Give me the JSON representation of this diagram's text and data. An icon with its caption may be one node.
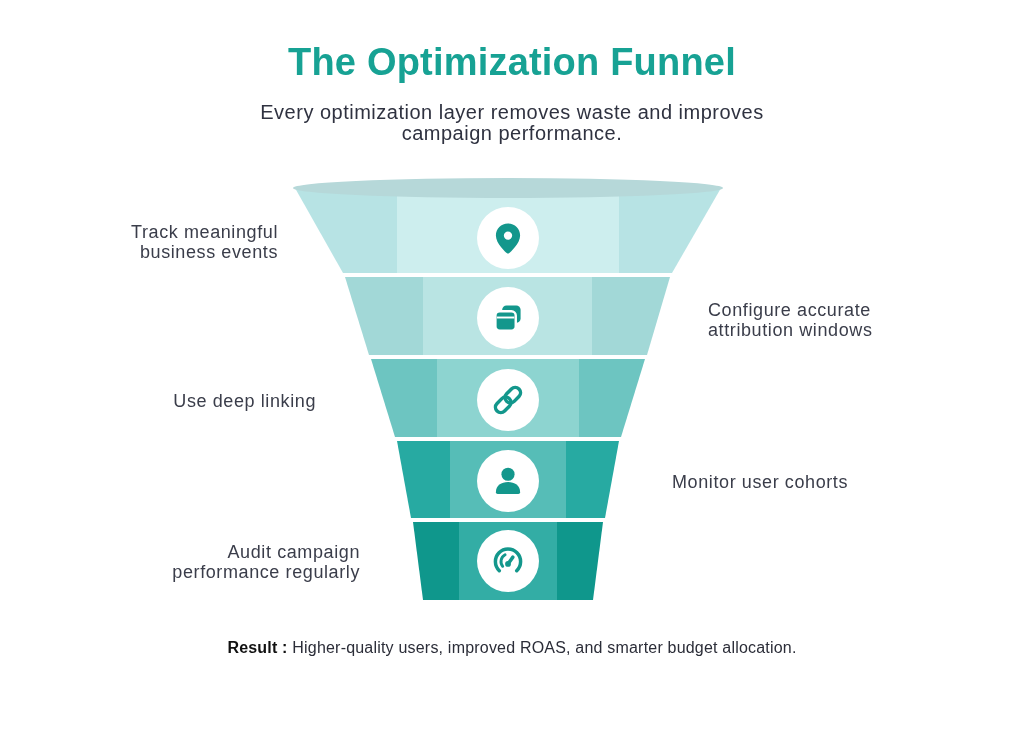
{
  "diagram": {
    "title": "The Optimization Funnel",
    "caption": "**Result :** Higher-quality users, improved ROAS, and smarter budget allocation.",
    "labels": [
      "Every optimization layer removes waste and improves campaign performance."
    ],
    "nodes": [
      {
        "text": [],
        "shape": "ellipse"
      },
      {
        "text": [],
        "shape": "trapezoid",
        "beside": [
          "Track meaningful business events"
        ]
      },
      {
        "text": [],
        "shape": "trapezoid",
        "beside": [
          "Configure accurate attribution windows"
        ]
      },
      {
        "text": [],
        "shape": "trapezoid",
        "beside": [
          "Use deep linking"
        ]
      },
      {
        "text": [],
        "shape": "trapezoid",
        "beside": [
          "Monitor user cohorts"
        ]
      },
      {
        "text": [],
        "shape": "trapezoid",
        "beside": [
          "Audit campaign performance regularly"
        ]
      }
    ]
  }
}
